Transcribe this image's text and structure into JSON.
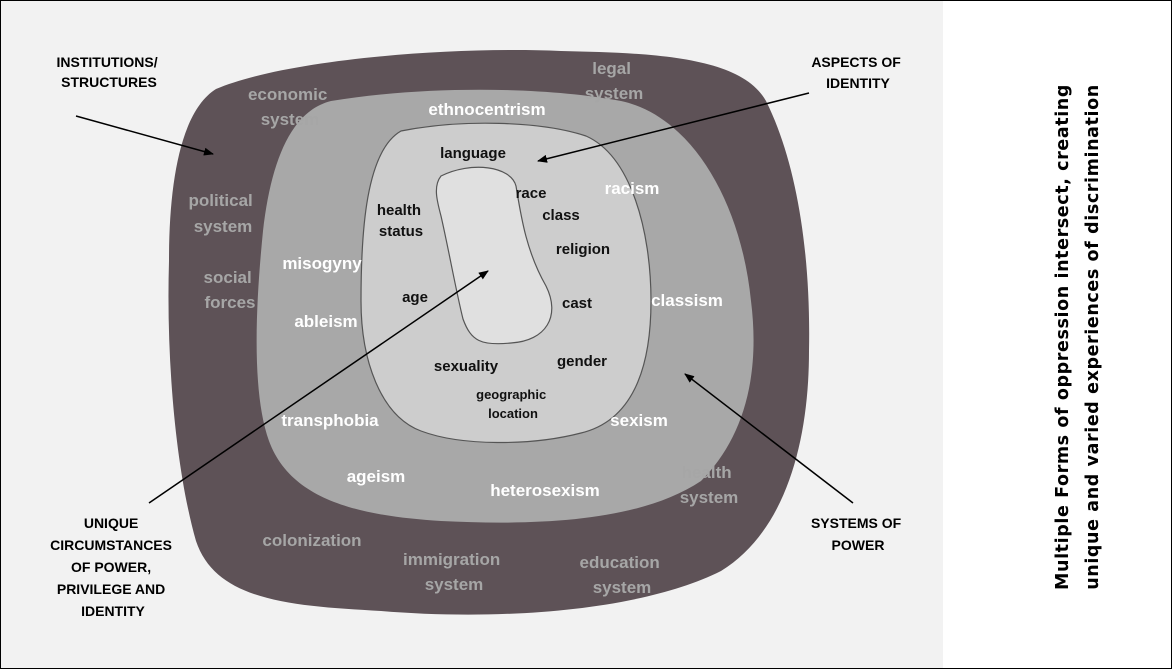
{
  "side_title": {
    "line1": "Multiple Forms of oppression intersect, creating",
    "line2": "unique and varied experiences of discrimination"
  },
  "callouts": {
    "institutions": [
      "INSTITUTIONS/",
      "STRUCTURES"
    ],
    "aspects": [
      "ASPECTS OF",
      "IDENTITY"
    ],
    "unique": [
      "UNIQUE",
      "CIRCUMSTANCES",
      "OF POWER,",
      "PRIVILEGE AND",
      "IDENTITY"
    ],
    "systems": [
      "SYSTEMS OF",
      "POWER"
    ]
  },
  "institutions": {
    "economic": [
      "economic",
      "system"
    ],
    "legal": [
      "legal",
      "system"
    ],
    "political": [
      "political",
      "system"
    ],
    "social": [
      "social",
      "forces"
    ],
    "health": [
      "health",
      "system"
    ],
    "colonization": "colonization",
    "immigration": [
      "immigration",
      "system"
    ],
    "education": [
      "education",
      "system"
    ]
  },
  "systems_of_power": {
    "ethnocentrism": "ethnocentrism",
    "racism": "racism",
    "misogyny": "misogyny",
    "ableism": "ableism",
    "classism": "classism",
    "transphobia": "transphobia",
    "sexism": "sexism",
    "ageism": "ageism",
    "heterosexism": "heterosexism"
  },
  "identity": {
    "language": "language",
    "race": "race",
    "class": "class",
    "health_status": [
      "health",
      "status"
    ],
    "religion": "religion",
    "age": "age",
    "cast": "cast",
    "sexuality": "sexuality",
    "gender": "gender",
    "geographic_location": [
      "geographic",
      "location"
    ]
  },
  "colors": {
    "outer_ring": "#5e5257",
    "middle_ring": "#a8a8a8",
    "inner_ring": "#cdcdcd",
    "core": "#e0e0e0",
    "background": "#f2f2f2"
  }
}
